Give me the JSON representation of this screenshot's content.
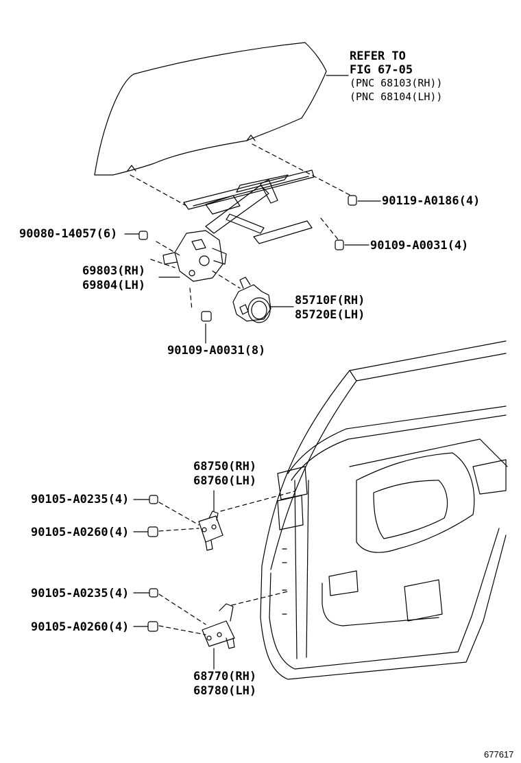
{
  "refer": {
    "line1": "REFER TO",
    "line2": "FIG 67-05",
    "line3": "(PNC 68103(RH))",
    "line4": "(PNC 68104(LH))"
  },
  "parts": {
    "bolt_90119": "90119-A0186(4)",
    "bolt_90080": "90080-14057(6)",
    "bolt_90109_upper": "90109-A0031(4)",
    "regulator_rh": "69803(RH)",
    "regulator_lh": "69804(LH)",
    "motor_rh": "85710F(RH)",
    "motor_lh": "85720E(LH)",
    "bolt_90109_lower": "90109-A0031(8)",
    "upper_hinge_rh": "68750(RH)",
    "upper_hinge_lh": "68760(LH)",
    "bolt_90105_0235_a": "90105-A0235(4)",
    "bolt_90105_0260_a": "90105-A0260(4)",
    "bolt_90105_0235_b": "90105-A0235(4)",
    "bolt_90105_0260_b": "90105-A0260(4)",
    "lower_hinge_rh": "68770(RH)",
    "lower_hinge_lh": "68780(LH)"
  },
  "figure_id": "677617",
  "colors": {
    "line": "#000000",
    "background": "#ffffff"
  }
}
